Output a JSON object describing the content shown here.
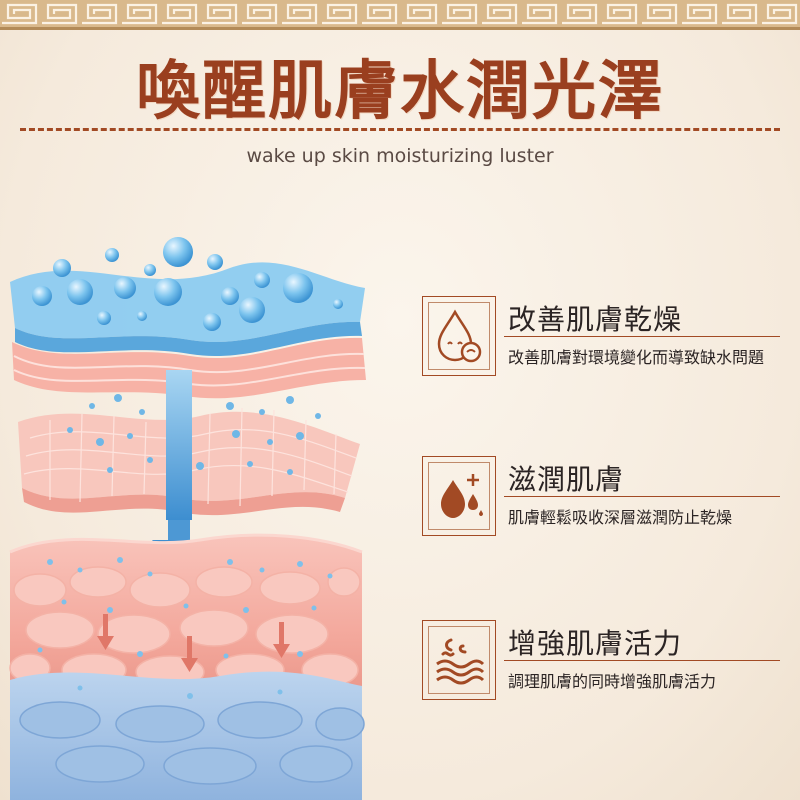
{
  "header": {
    "title": "喚醒肌膚水潤光澤",
    "subtitle": "wake up skin moisturizing luster"
  },
  "features": [
    {
      "icon": "droplet-face-icon",
      "title": "改善肌膚乾燥",
      "description": "改善肌膚對環境變化而導致缺水問題"
    },
    {
      "icon": "droplets-plus-icon",
      "title": "滋潤肌膚",
      "description": "肌膚輕鬆吸收深層滋潤防止乾燥"
    },
    {
      "icon": "wave-steam-icon",
      "title": "增強肌膚活力",
      "description": "調理肌膚的同時增強肌膚活力"
    }
  ],
  "colors": {
    "title": "#9a3f1f",
    "accent": "#a24a24",
    "border_band": "#d9b98c",
    "water_blue": "#6fb7e6",
    "skin_pink": "#f3a79b"
  }
}
